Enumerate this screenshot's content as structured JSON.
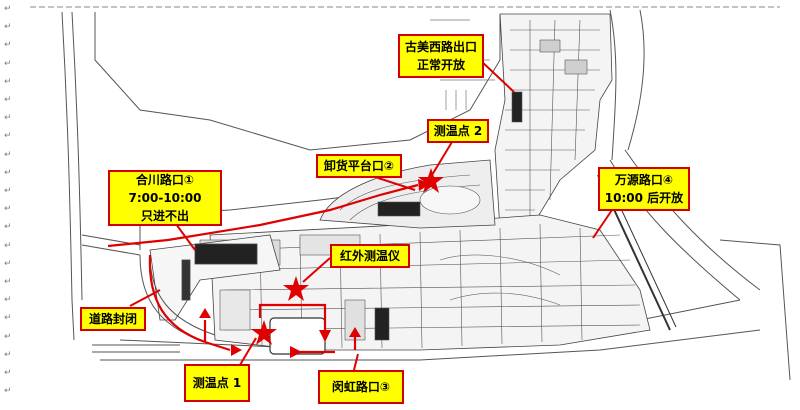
{
  "paragraph_mark": "↵",
  "colors": {
    "callout_fill": "#ffff00",
    "callout_border": "#d40000",
    "arrow": "#e00000",
    "star": "#e00000",
    "linework": "#5a5a5a"
  },
  "callouts": {
    "guxi": {
      "line1": "古美西路出口",
      "line2": "正常开放"
    },
    "temp2": {
      "line1": "测温点 2"
    },
    "xiehuo": {
      "line1": "卸货平台口②"
    },
    "hechuan": {
      "line1": "合川路口①",
      "line2": "7:00-10:00",
      "line3": "只进不出"
    },
    "wanyuan": {
      "line1": "万源路口④",
      "line2": "10:00 后开放"
    },
    "infrared": {
      "line1": "红外测温仪"
    },
    "road_closed": {
      "line1": "道路封闭"
    },
    "temp1": {
      "line1": "测温点 1"
    },
    "minhong": {
      "line1": "闵虹路口③"
    }
  },
  "markers": [
    "temp-point-2-star",
    "infrared-thermometer-star",
    "temp-point-1-star"
  ]
}
